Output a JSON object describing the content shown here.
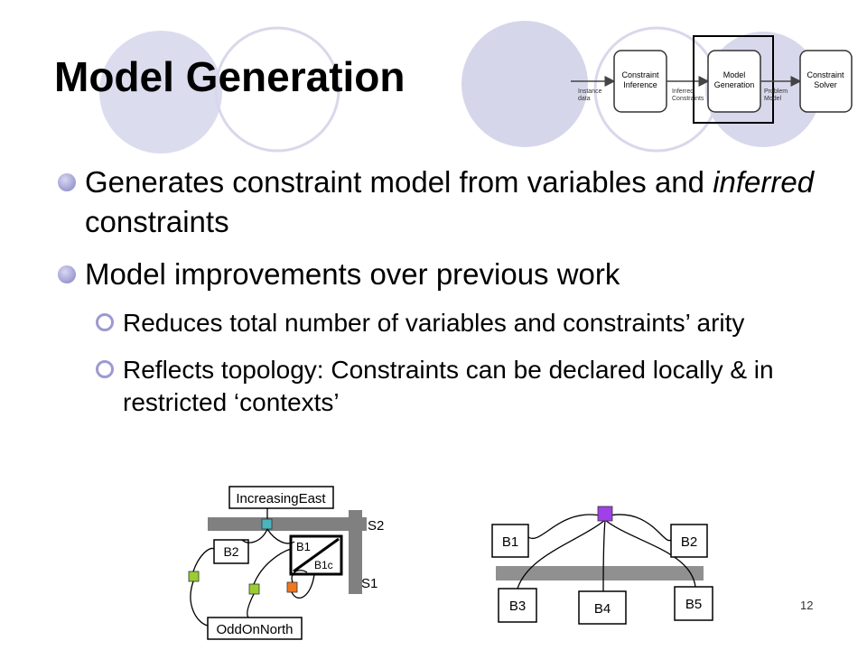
{
  "slide": {
    "title": "Model Generation",
    "slide_number": "12",
    "bullets": [
      {
        "level": 1,
        "parts": [
          {
            "text": "Generates constraint model from variables and ",
            "italic": false
          },
          {
            "text": "inferred",
            "italic": true
          },
          {
            "text": " constraints",
            "italic": false
          }
        ]
      },
      {
        "level": 1,
        "parts": [
          {
            "text": "Model improvements over previous work",
            "italic": false
          }
        ]
      },
      {
        "level": 2,
        "parts": [
          {
            "text": "Reduces total number of variables and constraints’ arity",
            "italic": false
          }
        ]
      },
      {
        "level": 2,
        "parts": [
          {
            "text": "Reflects topology: Constraints can be declared locally & in restricted ‘contexts’",
            "italic": false
          }
        ]
      }
    ]
  },
  "pipeline": {
    "input_label_1": "Instance",
    "input_label_2": "data",
    "stage1_line1": "Constraint",
    "stage1_line2": "Inference",
    "arrow1_line1": "Inferred",
    "arrow1_line2": "Constraints",
    "stage2_line1": "Model",
    "stage2_line2": "Generation",
    "arrow2_line1": "Problem",
    "arrow2_line2": "Model",
    "stage3_line1": "Constraint",
    "stage3_line2": "Solver",
    "highlighted_stage": "Model Generation"
  },
  "topology_diagram": {
    "constraint_top": "IncreasingEast",
    "constraint_bottom": "OddOnNorth",
    "street_horizontal": "S2",
    "street_vertical": "S1",
    "block_left": "B2",
    "block_main": "B1",
    "block_corner": "B1c",
    "colors": {
      "teal": "#4bb5be",
      "green": "#9acd32",
      "orange": "#f07820",
      "street": "#808080"
    }
  },
  "block_diagram": {
    "blocks_top": [
      "B1",
      "B2"
    ],
    "blocks_bottom": [
      "B3",
      "B4",
      "B5"
    ],
    "colors": {
      "constraint_node": "#a040e8",
      "street": "#909090"
    }
  }
}
